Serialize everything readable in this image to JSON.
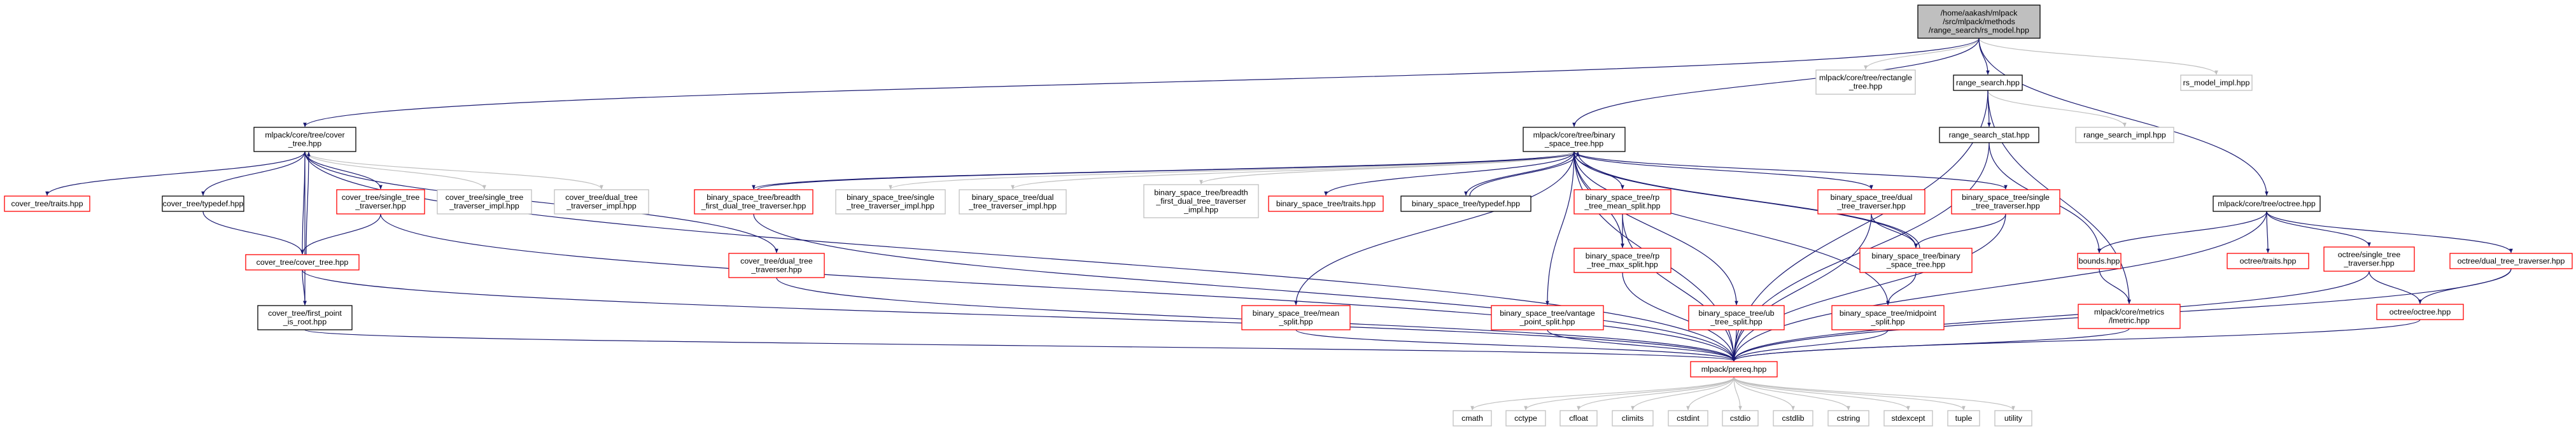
{
  "colors": {
    "root_fill": "#bfbfbf",
    "root_border": "#000000",
    "local_border": "#000000",
    "missing_border": "#ff0000",
    "external_border": "#bfbfbf",
    "edge_blue": "#191970",
    "edge_dark": "#404040",
    "edge_grey": "#bfbfbf",
    "background": "#ffffff"
  },
  "nodes": [
    {
      "id": "root",
      "kind": "root",
      "lines": [
        "/home/aakash/mlpack",
        "/src/mlpack/methods",
        "/range_search/rs_model.hpp"
      ]
    },
    {
      "id": "cover_tree",
      "kind": "local",
      "lines": [
        "mlpack/core/tree/cover",
        "_tree.hpp"
      ]
    },
    {
      "id": "rectangle_tree",
      "kind": "external",
      "lines": [
        "mlpack/core/tree/rectangle",
        "_tree.hpp"
      ]
    },
    {
      "id": "bst",
      "kind": "local",
      "lines": [
        "mlpack/core/tree/binary",
        "_space_tree.hpp"
      ]
    },
    {
      "id": "range_search",
      "kind": "local",
      "lines": [
        "range_search.hpp"
      ]
    },
    {
      "id": "rs_model_impl",
      "kind": "external",
      "lines": [
        "rs_model_impl.hpp"
      ]
    },
    {
      "id": "octree",
      "kind": "local",
      "lines": [
        "mlpack/core/tree/octree.hpp"
      ]
    },
    {
      "id": "ct_traits",
      "kind": "missing",
      "lines": [
        "cover_tree/traits.hpp"
      ]
    },
    {
      "id": "ct_typedef",
      "kind": "local",
      "lines": [
        "cover_tree/typedef.hpp"
      ]
    },
    {
      "id": "ct_single_tt",
      "kind": "missing",
      "lines": [
        "cover_tree/single_tree",
        "_traverser.hpp"
      ]
    },
    {
      "id": "ct_single_tt_impl",
      "kind": "external",
      "lines": [
        "cover_tree/single_tree",
        "_traverser_impl.hpp"
      ]
    },
    {
      "id": "ct_dual_tt_impl",
      "kind": "external",
      "lines": [
        "cover_tree/dual_tree",
        "_traverser_impl.hpp"
      ]
    },
    {
      "id": "ct_cover_tree",
      "kind": "missing",
      "lines": [
        "cover_tree/cover_tree.hpp"
      ]
    },
    {
      "id": "ct_dual_tt",
      "kind": "missing",
      "lines": [
        "cover_tree/dual_tree",
        "_traverser.hpp"
      ]
    },
    {
      "id": "ct_first_point",
      "kind": "local",
      "lines": [
        "cover_tree/first_point",
        "_is_root.hpp"
      ]
    },
    {
      "id": "bst_bfdtt",
      "kind": "missing",
      "lines": [
        "binary_space_tree/breadth",
        "_first_dual_tree_traverser.hpp"
      ]
    },
    {
      "id": "bst_single_impl",
      "kind": "external",
      "lines": [
        "binary_space_tree/single",
        "_tree_traverser_impl.hpp"
      ]
    },
    {
      "id": "bst_dual_impl",
      "kind": "external",
      "lines": [
        "binary_space_tree/dual",
        "_tree_traverser_impl.hpp"
      ]
    },
    {
      "id": "bst_bfdtt_impl",
      "kind": "external",
      "lines": [
        "binary_space_tree/breadth",
        "_first_dual_tree_traverser",
        "_impl.hpp"
      ]
    },
    {
      "id": "bst_traits",
      "kind": "missing",
      "lines": [
        "binary_space_tree/traits.hpp"
      ]
    },
    {
      "id": "bst_typedef",
      "kind": "local",
      "lines": [
        "binary_space_tree/typedef.hpp"
      ]
    },
    {
      "id": "bst_rp_mean",
      "kind": "missing",
      "lines": [
        "binary_space_tree/rp",
        "_tree_mean_split.hpp"
      ]
    },
    {
      "id": "bst_dual_tt",
      "kind": "missing",
      "lines": [
        "binary_space_tree/dual",
        "_tree_traverser.hpp"
      ]
    },
    {
      "id": "bst_single_tt",
      "kind": "missing",
      "lines": [
        "binary_space_tree/single",
        "_tree_traverser.hpp"
      ]
    },
    {
      "id": "bst_rp_max",
      "kind": "missing",
      "lines": [
        "binary_space_tree/rp",
        "_tree_max_split.hpp"
      ]
    },
    {
      "id": "bst_bst",
      "kind": "missing",
      "lines": [
        "binary_space_tree/binary",
        "_space_tree.hpp"
      ]
    },
    {
      "id": "bst_mean_split",
      "kind": "missing",
      "lines": [
        "binary_space_tree/mean",
        "_split.hpp"
      ]
    },
    {
      "id": "bst_vantage",
      "kind": "missing",
      "lines": [
        "binary_space_tree/vantage",
        "_point_split.hpp"
      ]
    },
    {
      "id": "bst_ub",
      "kind": "missing",
      "lines": [
        "binary_space_tree/ub",
        "_tree_split.hpp"
      ]
    },
    {
      "id": "bst_midpoint",
      "kind": "missing",
      "lines": [
        "binary_space_tree/midpoint",
        "_split.hpp"
      ]
    },
    {
      "id": "rs_stat",
      "kind": "local",
      "lines": [
        "range_search_stat.hpp"
      ]
    },
    {
      "id": "rs_impl",
      "kind": "external",
      "lines": [
        "range_search_impl.hpp"
      ]
    },
    {
      "id": "bounds",
      "kind": "missing",
      "lines": [
        "bounds.hpp"
      ]
    },
    {
      "id": "metric",
      "kind": "missing",
      "lines": [
        "mlpack/core/metrics",
        "/lmetric.hpp"
      ]
    },
    {
      "id": "oct_traits",
      "kind": "missing",
      "lines": [
        "octree/traits.hpp"
      ]
    },
    {
      "id": "oct_single",
      "kind": "missing",
      "lines": [
        "octree/single_tree",
        "_traverser.hpp"
      ]
    },
    {
      "id": "oct_dual",
      "kind": "missing",
      "lines": [
        "octree/dual_tree_traverser.hpp"
      ]
    },
    {
      "id": "oct_octree",
      "kind": "missing",
      "lines": [
        "octree/octree.hpp"
      ]
    },
    {
      "id": "prereq",
      "kind": "missing",
      "lines": [
        "mlpack/prereq.hpp"
      ]
    },
    {
      "id": "cmath",
      "kind": "external",
      "lines": [
        "cmath"
      ]
    },
    {
      "id": "cctype",
      "kind": "external",
      "lines": [
        "cctype"
      ]
    },
    {
      "id": "cfloat",
      "kind": "external",
      "lines": [
        "cfloat"
      ]
    },
    {
      "id": "climits",
      "kind": "external",
      "lines": [
        "climits"
      ]
    },
    {
      "id": "cstdint",
      "kind": "external",
      "lines": [
        "cstdint"
      ]
    },
    {
      "id": "cstdio",
      "kind": "external",
      "lines": [
        "cstdio"
      ]
    },
    {
      "id": "cstdlib",
      "kind": "external",
      "lines": [
        "cstdlib"
      ]
    },
    {
      "id": "cstring",
      "kind": "external",
      "lines": [
        "cstring"
      ]
    },
    {
      "id": "stdexcept",
      "kind": "external",
      "lines": [
        "stdexcept"
      ]
    },
    {
      "id": "tuple",
      "kind": "external",
      "lines": [
        "tuple"
      ]
    },
    {
      "id": "utility",
      "kind": "external",
      "lines": [
        "utility"
      ]
    }
  ],
  "edges": [
    {
      "from": "root",
      "to": "cover_tree"
    },
    {
      "from": "root",
      "to": "rectangle_tree"
    },
    {
      "from": "root",
      "to": "bst"
    },
    {
      "from": "root",
      "to": "range_search"
    },
    {
      "from": "root",
      "to": "rs_model_impl"
    },
    {
      "from": "root",
      "to": "octree"
    },
    {
      "from": "cover_tree",
      "to": "ct_traits"
    },
    {
      "from": "cover_tree",
      "to": "ct_typedef"
    },
    {
      "from": "cover_tree",
      "to": "ct_single_tt"
    },
    {
      "from": "cover_tree",
      "to": "ct_single_tt_impl"
    },
    {
      "from": "cover_tree",
      "to": "ct_dual_tt_impl"
    },
    {
      "from": "cover_tree",
      "to": "ct_cover_tree"
    },
    {
      "from": "cover_tree",
      "to": "ct_dual_tt"
    },
    {
      "from": "cover_tree",
      "to": "ct_first_point"
    },
    {
      "from": "cover_tree",
      "to": "prereq"
    },
    {
      "from": "ct_typedef",
      "to": "ct_cover_tree"
    },
    {
      "from": "ct_single_tt",
      "to": "ct_cover_tree"
    },
    {
      "from": "ct_single_tt",
      "to": "prereq"
    },
    {
      "from": "ct_cover_tree",
      "to": "cover_tree"
    },
    {
      "from": "ct_cover_tree",
      "to": "ct_first_point"
    },
    {
      "from": "ct_cover_tree",
      "to": "prereq"
    },
    {
      "from": "ct_dual_tt",
      "to": "prereq"
    },
    {
      "from": "ct_first_point",
      "to": "prereq"
    },
    {
      "from": "bst",
      "to": "bst_bfdtt"
    },
    {
      "from": "bst",
      "to": "bst_single_impl"
    },
    {
      "from": "bst",
      "to": "bst_dual_impl"
    },
    {
      "from": "bst",
      "to": "bst_bfdtt_impl"
    },
    {
      "from": "bst",
      "to": "bst_traits"
    },
    {
      "from": "bst",
      "to": "bst_typedef"
    },
    {
      "from": "bst",
      "to": "bst_rp_mean"
    },
    {
      "from": "bst",
      "to": "bst_dual_tt"
    },
    {
      "from": "bst",
      "to": "bst_single_tt"
    },
    {
      "from": "bst",
      "to": "bst_rp_max"
    },
    {
      "from": "bst",
      "to": "bst_bst"
    },
    {
      "from": "bst",
      "to": "bst_mean_split"
    },
    {
      "from": "bst",
      "to": "bst_vantage"
    },
    {
      "from": "bst",
      "to": "bst_ub"
    },
    {
      "from": "bst",
      "to": "bst_midpoint"
    },
    {
      "from": "bst",
      "to": "prereq"
    },
    {
      "from": "bst_bfdtt",
      "to": "bst"
    },
    {
      "from": "bst_bfdtt",
      "to": "prereq"
    },
    {
      "from": "bst_typedef",
      "to": "bst"
    },
    {
      "from": "bst_rp_mean",
      "to": "bst_rp_max"
    },
    {
      "from": "bst_rp_mean",
      "to": "prereq"
    },
    {
      "from": "bst_rp_max",
      "to": "prereq"
    },
    {
      "from": "bst_dual_tt",
      "to": "bst_bst"
    },
    {
      "from": "bst_dual_tt",
      "to": "prereq"
    },
    {
      "from": "bst_single_tt",
      "to": "bst_bst"
    },
    {
      "from": "bst_single_tt",
      "to": "prereq"
    },
    {
      "from": "bst_bst",
      "to": "bst"
    },
    {
      "from": "bst_bst",
      "to": "bst_midpoint"
    },
    {
      "from": "bst_mean_split",
      "to": "prereq"
    },
    {
      "from": "bst_vantage",
      "to": "prereq"
    },
    {
      "from": "bst_ub",
      "to": "prereq"
    },
    {
      "from": "bst_midpoint",
      "to": "prereq"
    },
    {
      "from": "range_search",
      "to": "rs_stat"
    },
    {
      "from": "range_search",
      "to": "rs_impl"
    },
    {
      "from": "range_search",
      "to": "metric"
    },
    {
      "from": "range_search",
      "to": "prereq"
    },
    {
      "from": "rs_stat",
      "to": "bounds"
    },
    {
      "from": "rs_stat",
      "to": "prereq"
    },
    {
      "from": "octree",
      "to": "bounds"
    },
    {
      "from": "octree",
      "to": "oct_traits"
    },
    {
      "from": "octree",
      "to": "oct_single"
    },
    {
      "from": "octree",
      "to": "oct_dual"
    },
    {
      "from": "octree",
      "to": "prereq"
    },
    {
      "from": "oct_single",
      "to": "oct_octree"
    },
    {
      "from": "oct_single",
      "to": "prereq"
    },
    {
      "from": "oct_dual",
      "to": "oct_octree"
    },
    {
      "from": "oct_dual",
      "to": "prereq"
    },
    {
      "from": "oct_octree",
      "to": "prereq"
    },
    {
      "from": "bounds",
      "to": "metric"
    },
    {
      "from": "metric",
      "to": "prereq"
    },
    {
      "from": "prereq",
      "to": "cmath"
    },
    {
      "from": "prereq",
      "to": "cctype"
    },
    {
      "from": "prereq",
      "to": "cfloat"
    },
    {
      "from": "prereq",
      "to": "climits"
    },
    {
      "from": "prereq",
      "to": "cstdint"
    },
    {
      "from": "prereq",
      "to": "cstdio"
    },
    {
      "from": "prereq",
      "to": "cstdlib"
    },
    {
      "from": "prereq",
      "to": "cstring"
    },
    {
      "from": "prereq",
      "to": "stdexcept"
    },
    {
      "from": "prereq",
      "to": "tuple"
    },
    {
      "from": "prereq",
      "to": "utility"
    }
  ]
}
